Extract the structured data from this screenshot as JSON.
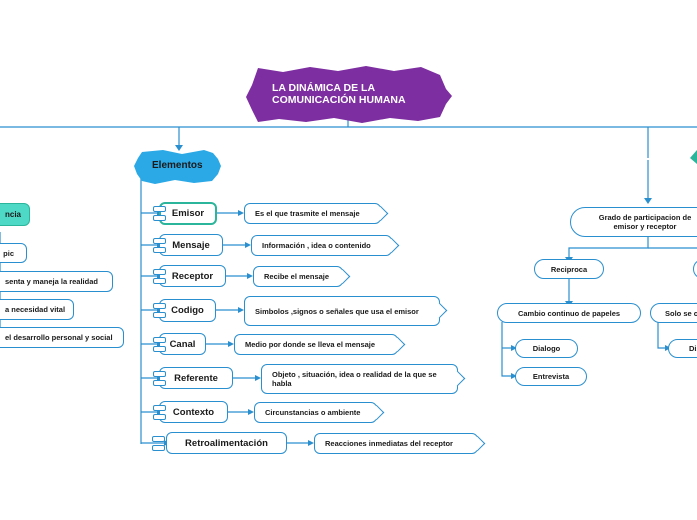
{
  "title": "LA DINÁMICA DE LA COMUNICACIÓN HUMANA",
  "title_lines": [
    "LA DINÁMICA DE LA",
    "COMUNICACIÓN HUMANA"
  ],
  "colors": {
    "title_fill": "#7d2ea0",
    "elements_fill": "#2ba9e6",
    "line": "#2a8fcf",
    "accent": "#2bb59a"
  },
  "elementos": {
    "label": "Elementos",
    "items": [
      {
        "name": "Emisor",
        "definition": "Es el que trasmite el mensaje"
      },
      {
        "name": "Mensaje",
        "definition": "Información , idea o contenido"
      },
      {
        "name": "Receptor",
        "definition": "Recibe el mensaje"
      },
      {
        "name": "Codigo",
        "definition": "Simbolos ,signos o señales que usa el emisor"
      },
      {
        "name": "Canal",
        "definition": "Medio por donde se lleva el mensaje"
      },
      {
        "name": "Referente",
        "definition": "Objeto , situación, idea o realidad de la que se habla"
      },
      {
        "name": "Contexto",
        "definition": "Circunstancias o ambiente"
      },
      {
        "name": "Retroalimentación",
        "definition": "Reacciones inmediatas del receptor"
      }
    ]
  },
  "left_branch": {
    "heading": "ncia",
    "items": [
      "pic",
      "senta y maneja la realidad",
      "a necesidad vital",
      "el desarrollo personal y social"
    ]
  },
  "right_branch": {
    "grado": "Grado de participacion de emisor y receptor",
    "reciproca": "Reciproca",
    "cambio": "Cambio continuo de papeles",
    "dialogo": "Dialogo",
    "entrevista": "Entrevista",
    "solo": "Solo se c",
    "disc": "Disc"
  }
}
